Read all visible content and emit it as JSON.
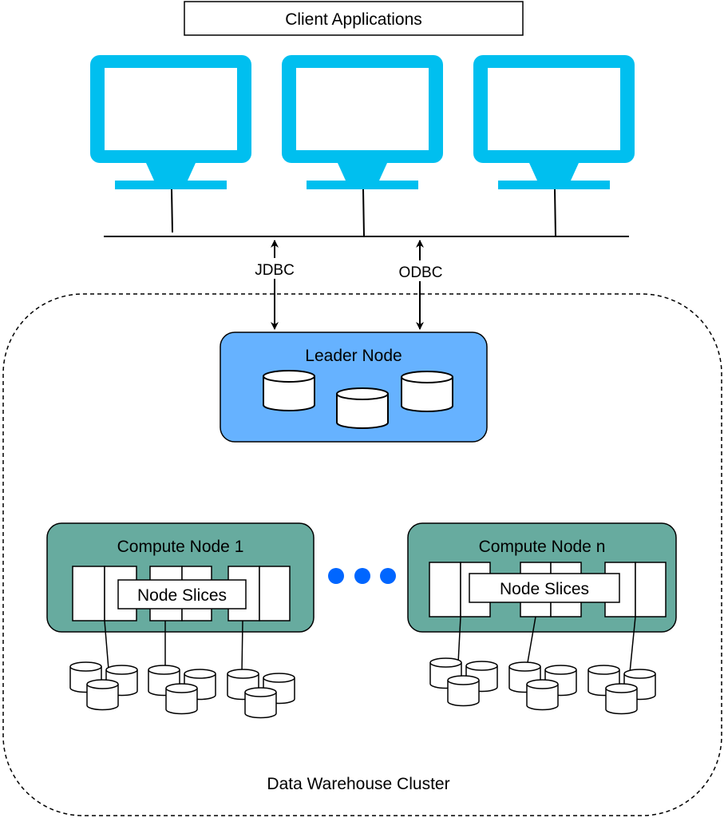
{
  "title": "Client Applications",
  "protocols": {
    "left": "JDBC",
    "right": "ODBC"
  },
  "leader_node": {
    "label": "Leader Node"
  },
  "compute_nodes": [
    {
      "label": "Compute Node 1",
      "slices_label": "Node Slices"
    },
    {
      "label": "Compute Node n",
      "slices_label": "Node Slices"
    }
  ],
  "cluster": {
    "label": "Data Warehouse Cluster"
  },
  "colors": {
    "monitor": "#00bfef",
    "leader_fill": "#66b2ff",
    "compute_fill": "#67ab9f",
    "ellipsis_dots": "#0066ff",
    "stroke": "#000000"
  },
  "icons": {
    "client": "monitor-icon",
    "storage": "database-cylinder-icon",
    "more": "ellipsis-dots"
  }
}
